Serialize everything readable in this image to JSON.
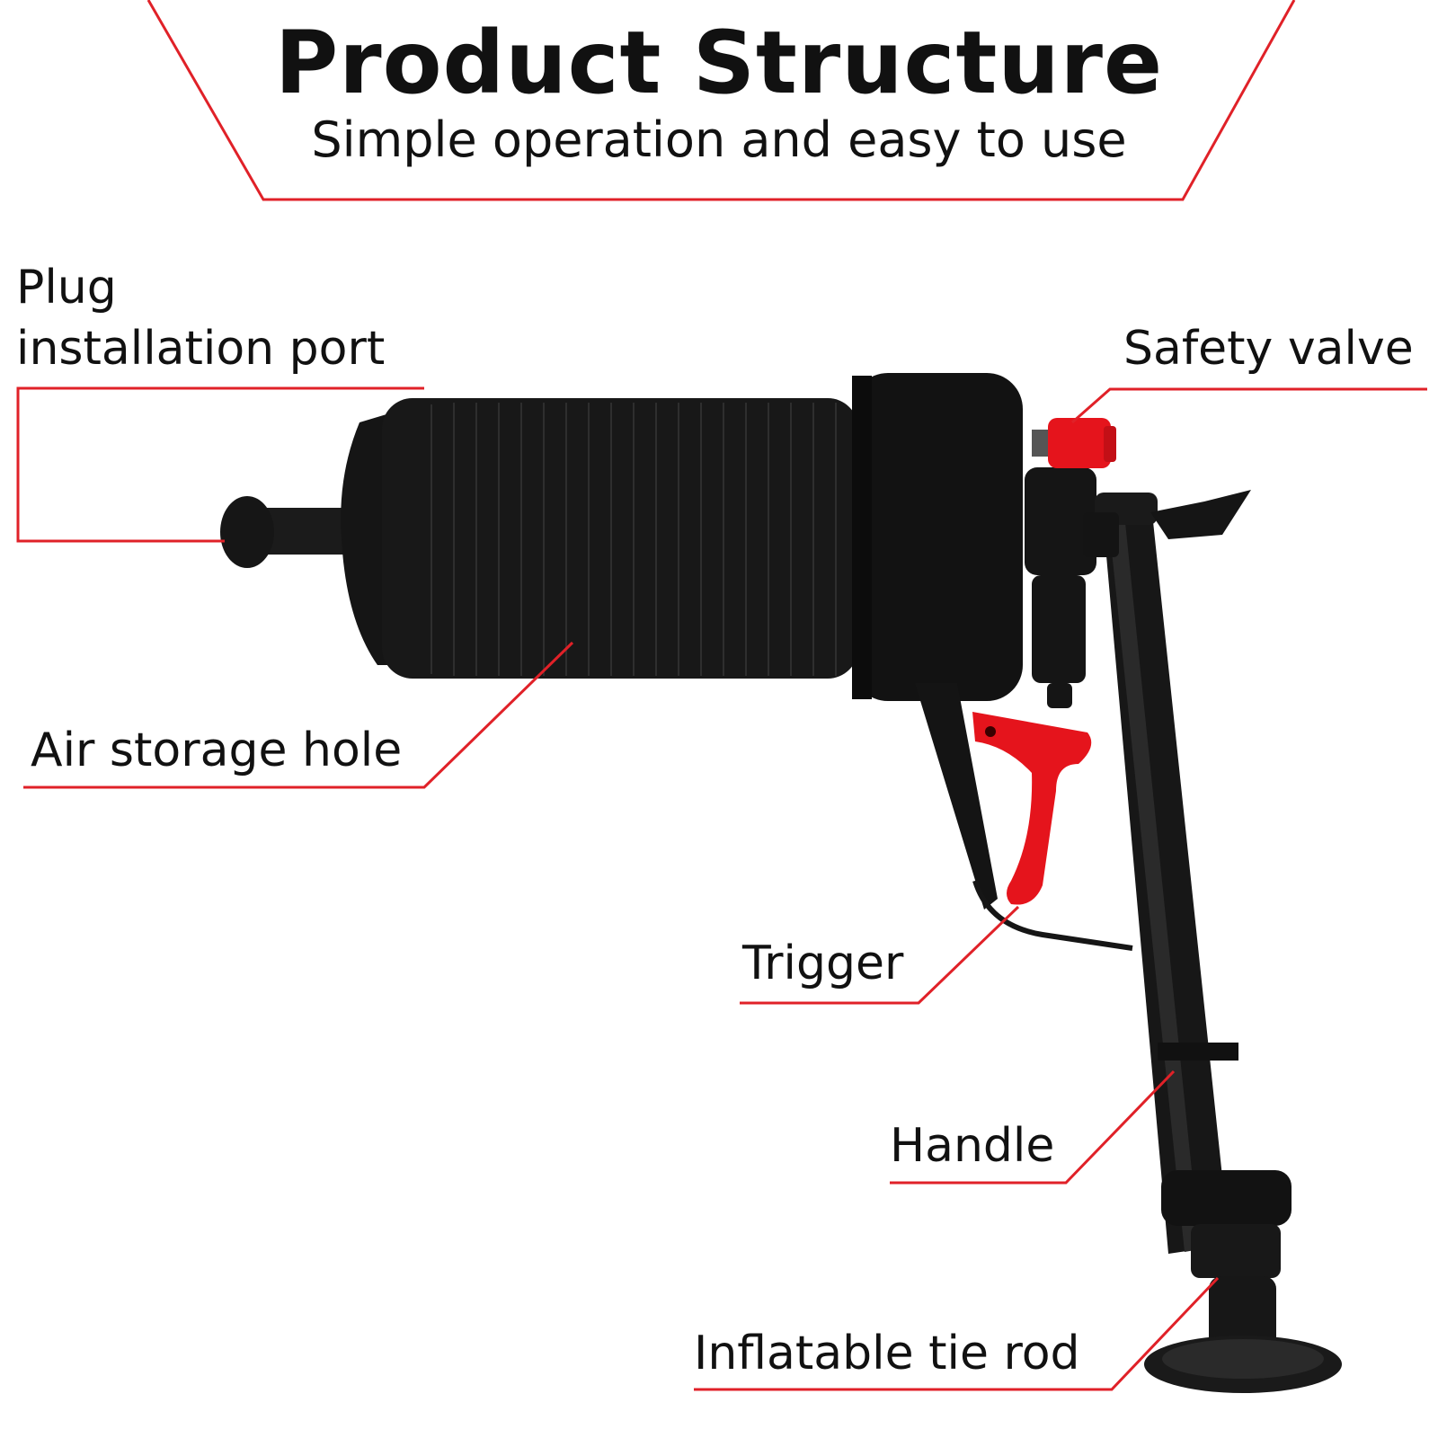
{
  "header": {
    "title": "Product Structure",
    "subtitle": "Simple operation and easy to use"
  },
  "callouts": {
    "plug_line1": "Plug",
    "plug_line2": "installation port",
    "safety_valve": "Safety valve",
    "air_storage": "Air storage hole",
    "trigger": "Trigger",
    "handle": "Handle",
    "tie_rod": "Inflatable tie rod"
  },
  "colors": {
    "accent_red": "#e02128",
    "product_black": "#161616",
    "text": "#111111"
  }
}
